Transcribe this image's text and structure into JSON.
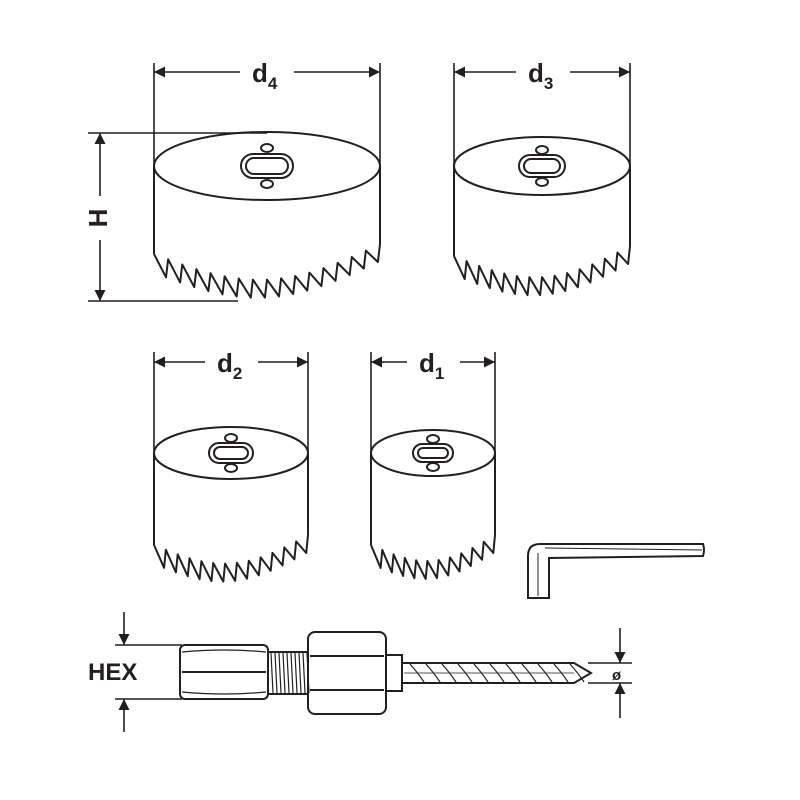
{
  "labels": {
    "d4": {
      "main": "d",
      "sub": "4"
    },
    "d3": {
      "main": "d",
      "sub": "3"
    },
    "d2": {
      "main": "d",
      "sub": "2"
    },
    "d1": {
      "main": "d",
      "sub": "1"
    },
    "height": "H",
    "hex": "HEX",
    "diameter": "ø"
  },
  "colors": {
    "stroke": "#231f20",
    "background": "#ffffff"
  },
  "icons": [
    "hole-saw",
    "hex-key",
    "arbor-drill-bit"
  ]
}
